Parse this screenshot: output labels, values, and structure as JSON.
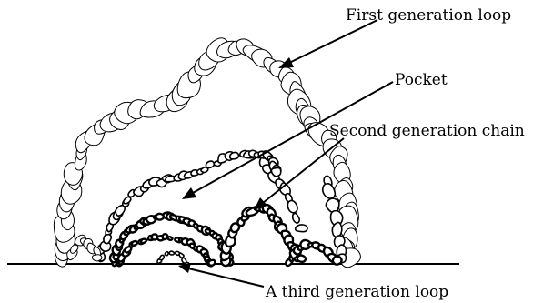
{
  "labels": {
    "first_loop": "First generation loop",
    "pocket": "Pocket",
    "second_chain": "Second generation chain",
    "third_loop": "A third generation loop"
  },
  "colors": {
    "line": "#000000",
    "background": "#ffffff"
  }
}
